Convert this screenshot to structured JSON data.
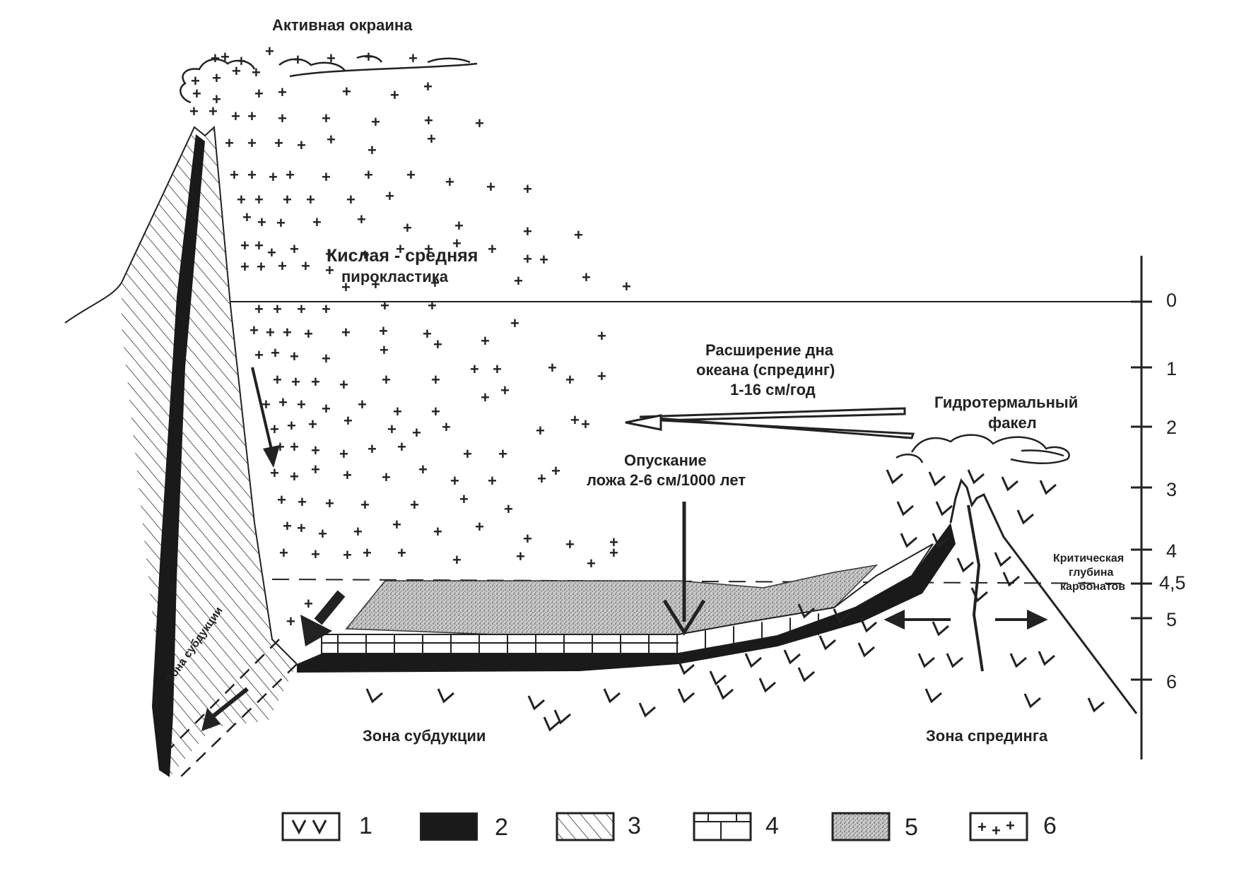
{
  "labels": {
    "active_margin": "Активная окраина",
    "pyroclastics_1": "Кислая - средняя",
    "pyroclastics_2": "пирокластика",
    "spreading_1": "Расширение дна",
    "spreading_2": "океана (спрединг)",
    "spreading_3": "1-16 см/год",
    "hydro_1": "Гидротермальный",
    "hydro_2": "факел",
    "subsidence_1": "Опускание",
    "subsidence_2": "ложа 2-6 см/1000 лет",
    "ccd_1": "Критическая",
    "ccd_2": "глубина",
    "ccd_3": "карбонатов",
    "subduction_zone_slanted": "Зона субдукции",
    "subduction_zone": "Зона субдукции",
    "spreading_zone": "Зона спрединга"
  },
  "depth_scale": {
    "ticks": [
      "0",
      "1",
      "2",
      "3",
      "4",
      "4,5",
      "5",
      "6"
    ]
  },
  "legend": [
    {
      "num": "1",
      "icon": "basalt-v-icon"
    },
    {
      "num": "2",
      "icon": "black-fill-icon"
    },
    {
      "num": "3",
      "icon": "hatch-icon"
    },
    {
      "num": "4",
      "icon": "brick-limestone-icon"
    },
    {
      "num": "5",
      "icon": "stipple-icon"
    },
    {
      "num": "6",
      "icon": "plus-pyroclastic-icon"
    }
  ]
}
